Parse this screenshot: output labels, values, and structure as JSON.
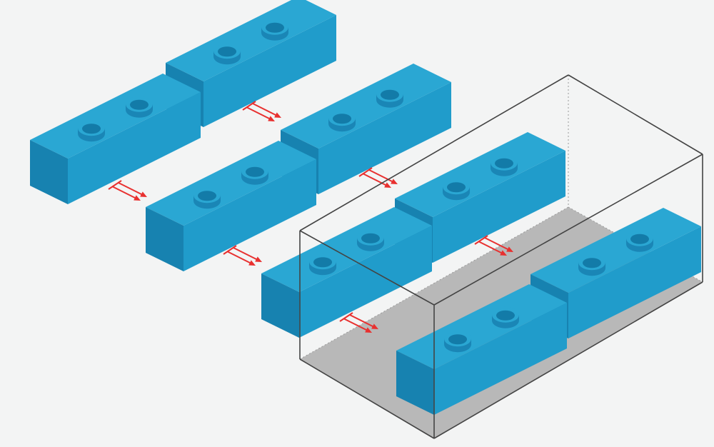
{
  "colors": {
    "background": "#f3f4f4",
    "brick_top": "#2aa7d3",
    "brick_front": "#209ccb",
    "brick_side": "#1782b0",
    "stud_side": "#1a86b6",
    "stud_top": "#2aa7d3",
    "stud_hole": "#137ba8",
    "arrow": "#e8302f",
    "box_edge": "#444444",
    "box_hidden_edge": "#9a9a9a",
    "box_floor": "#b8b8b8"
  },
  "diagram": {
    "bricks": [
      {
        "id": "brick-1",
        "inside_box": false
      },
      {
        "id": "brick-2",
        "inside_box": false
      },
      {
        "id": "brick-3",
        "inside_box": false
      },
      {
        "id": "brick-4",
        "inside_box": false
      },
      {
        "id": "brick-5",
        "inside_box": false
      },
      {
        "id": "brick-6",
        "inside_box": true
      },
      {
        "id": "brick-7",
        "inside_box": true
      },
      {
        "id": "brick-8",
        "inside_box": true
      }
    ],
    "arrows": [
      {
        "id": "arrow-1",
        "from": "brick-1",
        "to": "brick-3"
      },
      {
        "id": "arrow-2",
        "from": "brick-2",
        "to": "brick-4"
      },
      {
        "id": "arrow-3",
        "from": "brick-3",
        "to": "brick-5"
      },
      {
        "id": "arrow-4",
        "from": "brick-4",
        "to": "brick-6"
      },
      {
        "id": "arrow-5",
        "from": "brick-5",
        "to": "brick-8"
      },
      {
        "id": "arrow-6",
        "from": "brick-6",
        "to": "brick-7"
      }
    ],
    "container": {
      "id": "container-box",
      "style": "wireframe"
    }
  }
}
